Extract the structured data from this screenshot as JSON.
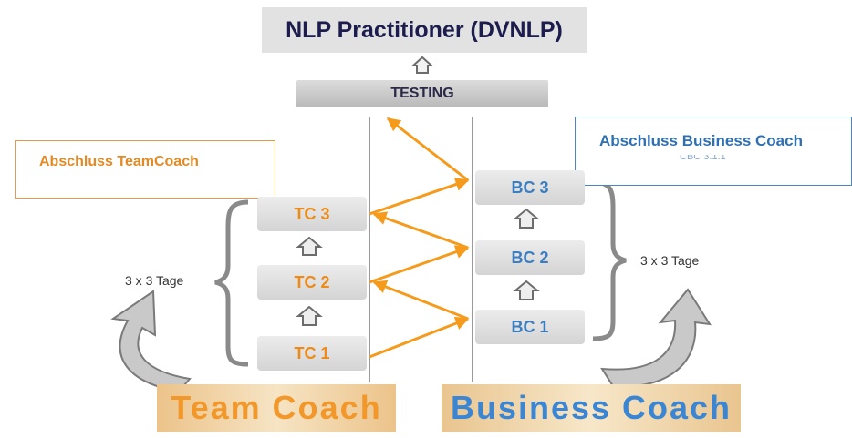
{
  "title": "NLP Practitioner (DVNLP)",
  "testing": "TESTING",
  "callouts": {
    "team_coach": "Abschluss  TeamCoach",
    "business_coach": "Abschluss  Business  Coach",
    "business_coach_sub": "CBC 3.1.1"
  },
  "team_stages": [
    "TC 3",
    "TC 2",
    "TC 1"
  ],
  "business_stages": [
    "BC 3",
    "BC 2",
    "BC 1"
  ],
  "duration": {
    "left": "3 x 3 Tage",
    "right": "3 x 3 Tage"
  },
  "bottom": {
    "team": "Team Coach",
    "business": "Business Coach"
  },
  "colors": {
    "orange": "#f2982a",
    "blue": "#3a86d4",
    "arrow_orange": "#f59a1b",
    "grey": "#9b9b9b"
  }
}
